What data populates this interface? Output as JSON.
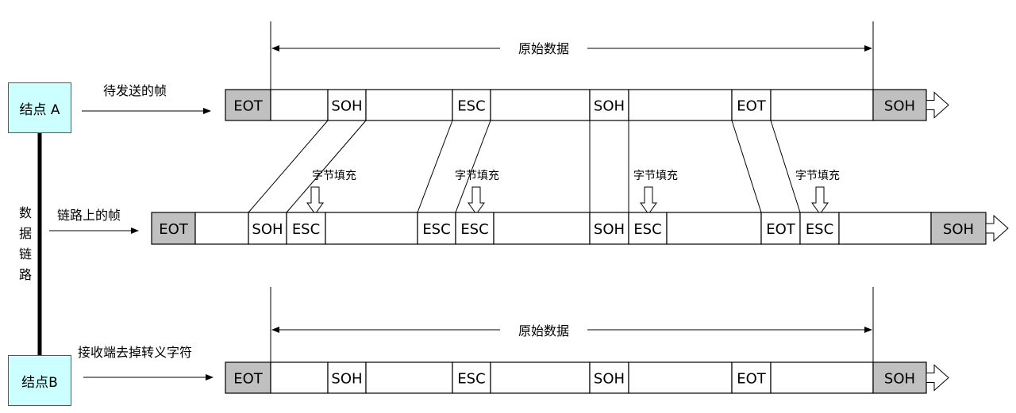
{
  "nodes": {
    "a": "结点 A",
    "b": "结点B"
  },
  "labels": {
    "to_send": "待发送的帧",
    "link_frame": "链路上的帧",
    "receiver": "接收端去掉转义字符",
    "datalink_chars": [
      "数",
      "据",
      "链",
      "路"
    ]
  },
  "original_data": "原始数据",
  "stuffing_label": "字节填充",
  "frame_top": [
    "EOT",
    "",
    "SOH",
    "",
    "ESC",
    "",
    "SOH",
    "",
    "EOT",
    "",
    "SOH"
  ],
  "frame_link": [
    "EOT",
    "",
    "SOH",
    "ESC",
    "",
    "ESC",
    "ESC",
    "",
    "SOH",
    "ESC",
    "",
    "EOT",
    "ESC",
    "",
    "SOH"
  ],
  "frame_bottom": [
    "EOT",
    "",
    "SOH",
    "",
    "ESC",
    "",
    "SOH",
    "",
    "EOT",
    "",
    "SOH"
  ],
  "colors": {
    "node_fill": "#ccffff",
    "delimiter_fill": "#c0c0c0",
    "line": "#000000"
  }
}
